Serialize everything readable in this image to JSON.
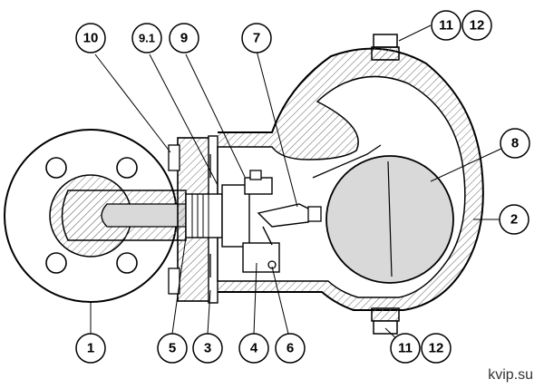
{
  "diagram": {
    "callouts": [
      {
        "id": "c1",
        "label": "1"
      },
      {
        "id": "c2",
        "label": "2"
      },
      {
        "id": "c3",
        "label": "3"
      },
      {
        "id": "c4",
        "label": "4"
      },
      {
        "id": "c5",
        "label": "5"
      },
      {
        "id": "c6",
        "label": "6"
      },
      {
        "id": "c7",
        "label": "7"
      },
      {
        "id": "c8",
        "label": "8"
      },
      {
        "id": "c9",
        "label": "9"
      },
      {
        "id": "c91",
        "label": "9.1"
      },
      {
        "id": "c10",
        "label": "10"
      },
      {
        "id": "c11t",
        "label": "11"
      },
      {
        "id": "c12t",
        "label": "12"
      },
      {
        "id": "c11b",
        "label": "11"
      },
      {
        "id": "c12b",
        "label": "12"
      }
    ],
    "source": "kvip.su",
    "colors": {
      "line": "#000000",
      "hatch": "#555555",
      "fill": "#ffffff",
      "shade": "#d9d9d9"
    }
  }
}
